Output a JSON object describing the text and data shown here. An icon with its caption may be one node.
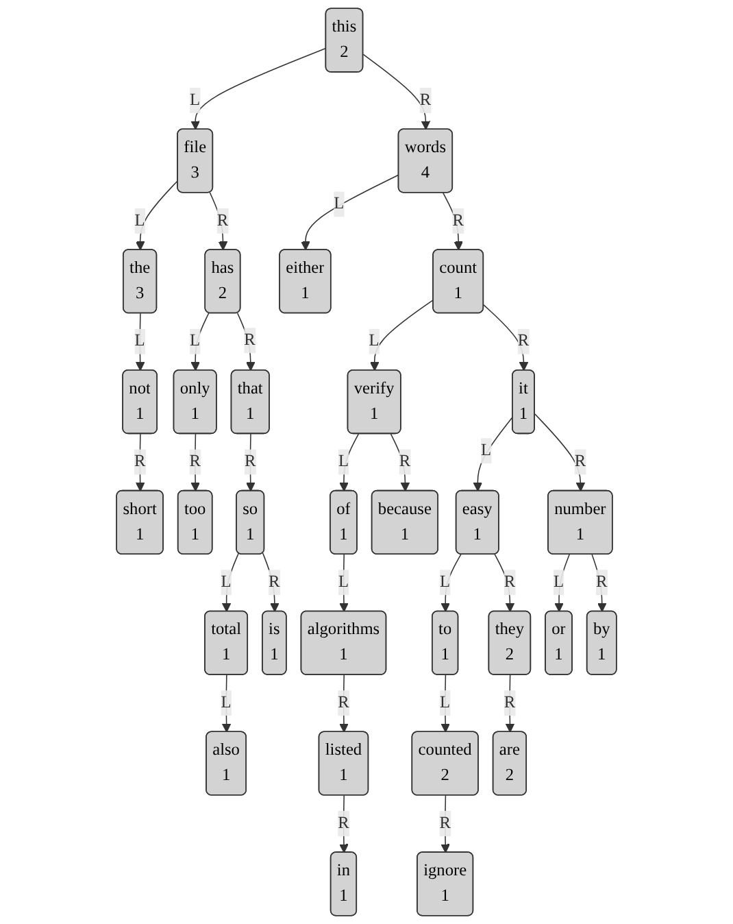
{
  "diagram": {
    "nodes": [
      {
        "text": [
          "this",
          "2"
        ]
      },
      {
        "text": [
          "file",
          "3"
        ]
      },
      {
        "text": [
          "words",
          "4"
        ]
      },
      {
        "text": [
          "the",
          "3"
        ]
      },
      {
        "text": [
          "has",
          "2"
        ]
      },
      {
        "text": [
          "either",
          "1"
        ]
      },
      {
        "text": [
          "count",
          "1"
        ]
      },
      {
        "text": [
          "not",
          "1"
        ]
      },
      {
        "text": [
          "only",
          "1"
        ]
      },
      {
        "text": [
          "that",
          "1"
        ]
      },
      {
        "text": [
          "verify",
          "1"
        ]
      },
      {
        "text": [
          "it",
          "1"
        ]
      },
      {
        "text": [
          "short",
          "1"
        ]
      },
      {
        "text": [
          "too",
          "1"
        ]
      },
      {
        "text": [
          "so",
          "1"
        ]
      },
      {
        "text": [
          "of",
          "1"
        ]
      },
      {
        "text": [
          "because",
          "1"
        ]
      },
      {
        "text": [
          "easy",
          "1"
        ]
      },
      {
        "text": [
          "number",
          "1"
        ]
      },
      {
        "text": [
          "total",
          "1"
        ]
      },
      {
        "text": [
          "is",
          "1"
        ]
      },
      {
        "text": [
          "algorithms",
          "1"
        ]
      },
      {
        "text": [
          "to",
          "1"
        ]
      },
      {
        "text": [
          "they",
          "2"
        ]
      },
      {
        "text": [
          "or",
          "1"
        ]
      },
      {
        "text": [
          "by",
          "1"
        ]
      },
      {
        "text": [
          "also",
          "1"
        ]
      },
      {
        "text": [
          "listed",
          "1"
        ]
      },
      {
        "text": [
          "counted",
          "2"
        ]
      },
      {
        "text": [
          "are",
          "2"
        ]
      },
      {
        "text": [
          "in",
          "1"
        ]
      },
      {
        "text": [
          "ignore",
          "1"
        ]
      }
    ],
    "edges": [
      {
        "from": 0,
        "to": 1,
        "arrow": "to",
        "label": "L"
      },
      {
        "from": 0,
        "to": 2,
        "arrow": "to",
        "label": "R"
      },
      {
        "from": 1,
        "to": 3,
        "arrow": "to",
        "label": "L"
      },
      {
        "from": 1,
        "to": 4,
        "arrow": "to",
        "label": "R"
      },
      {
        "from": 2,
        "to": 5,
        "arrow": "to",
        "label": "L"
      },
      {
        "from": 2,
        "to": 6,
        "arrow": "to",
        "label": "R"
      },
      {
        "from": 3,
        "to": 7,
        "arrow": "to",
        "label": "L"
      },
      {
        "from": 4,
        "to": 8,
        "arrow": "to",
        "label": "L"
      },
      {
        "from": 4,
        "to": 9,
        "arrow": "to",
        "label": "R"
      },
      {
        "from": 6,
        "to": 10,
        "arrow": "to",
        "label": "L"
      },
      {
        "from": 6,
        "to": 11,
        "arrow": "to",
        "label": "R"
      },
      {
        "from": 7,
        "to": 12,
        "arrow": "to",
        "label": "R"
      },
      {
        "from": 8,
        "to": 13,
        "arrow": "to",
        "label": "R"
      },
      {
        "from": 9,
        "to": 14,
        "arrow": "to",
        "label": "R"
      },
      {
        "from": 10,
        "to": 15,
        "arrow": "to",
        "label": "L"
      },
      {
        "from": 10,
        "to": 16,
        "arrow": "to",
        "label": "R"
      },
      {
        "from": 11,
        "to": 17,
        "arrow": "to",
        "label": "L"
      },
      {
        "from": 11,
        "to": 18,
        "arrow": "to",
        "label": "R"
      },
      {
        "from": 14,
        "to": 19,
        "arrow": "to",
        "label": "L"
      },
      {
        "from": 14,
        "to": 20,
        "arrow": "to",
        "label": "R"
      },
      {
        "from": 15,
        "to": 21,
        "arrow": "to",
        "label": "L"
      },
      {
        "from": 17,
        "to": 22,
        "arrow": "to",
        "label": "L"
      },
      {
        "from": 17,
        "to": 23,
        "arrow": "to",
        "label": "R"
      },
      {
        "from": 18,
        "to": 24,
        "arrow": "to",
        "label": "L"
      },
      {
        "from": 18,
        "to": 25,
        "arrow": "to",
        "label": "R"
      },
      {
        "from": 19,
        "to": 26,
        "arrow": "to",
        "label": "L"
      },
      {
        "from": 21,
        "to": 27,
        "arrow": "to",
        "label": "R"
      },
      {
        "from": 22,
        "to": 28,
        "arrow": "to",
        "label": "L"
      },
      {
        "from": 23,
        "to": 29,
        "arrow": "to",
        "label": "R"
      },
      {
        "from": 27,
        "to": 30,
        "arrow": "to",
        "label": "R"
      },
      {
        "from": 28,
        "to": 31,
        "arrow": "to",
        "label": "R"
      }
    ]
  }
}
